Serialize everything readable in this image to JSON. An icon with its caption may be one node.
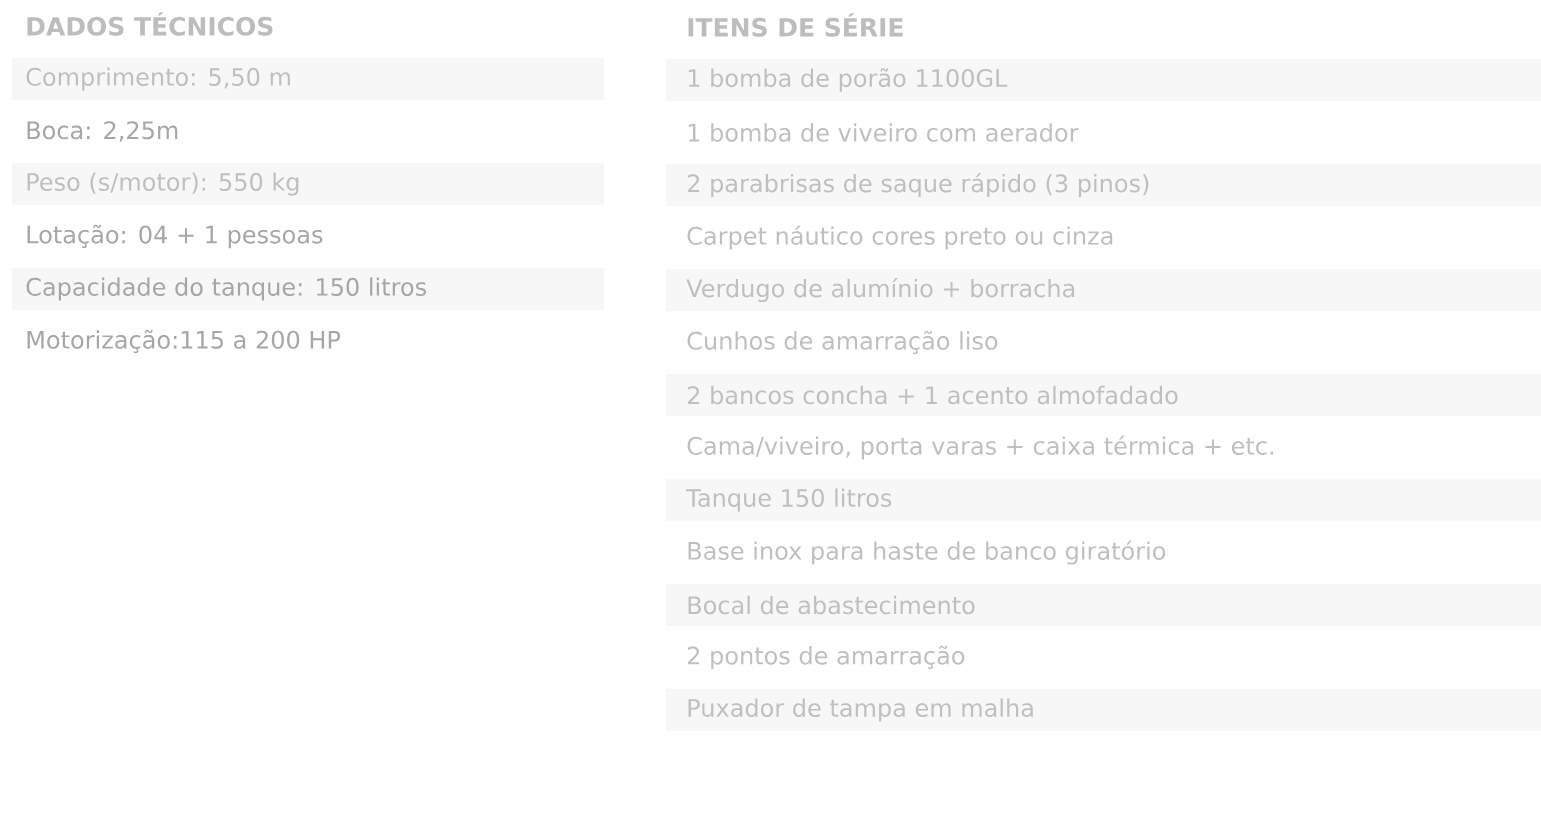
{
  "diagram": {
    "labels": [
      "DADOS TÉCNICOS",
      "Comprimento: 5,50 m",
      "Boca: 2,25m",
      "Peso (s/motor): 550 kg",
      "Lotação: 04 + 1 pessoas",
      "Capacidade do tanque: 150 litros",
      "Motorização:115 a 200 HP",
      "ITENS DE SÉRIE",
      "1 bomba de porão 1100GL",
      "1 bomba de viveiro com aerador",
      "2 parabrisas de saque rápido (3 pinos)",
      "Carpet náutico cores preto ou cinza",
      "Verdugo de alumínio + borracha",
      "Cunhos de amarração liso",
      "2 bancos concha + 1 acento almofadado",
      "Cama/viveiro, porta varas + caixa térmica + etc.",
      "Tanque 150 litros",
      "Base inox para haste de banco giratório",
      "Bocal de abastecimento",
      "2 pontos de amarração",
      "Puxador de tampa em malha"
    ]
  }
}
